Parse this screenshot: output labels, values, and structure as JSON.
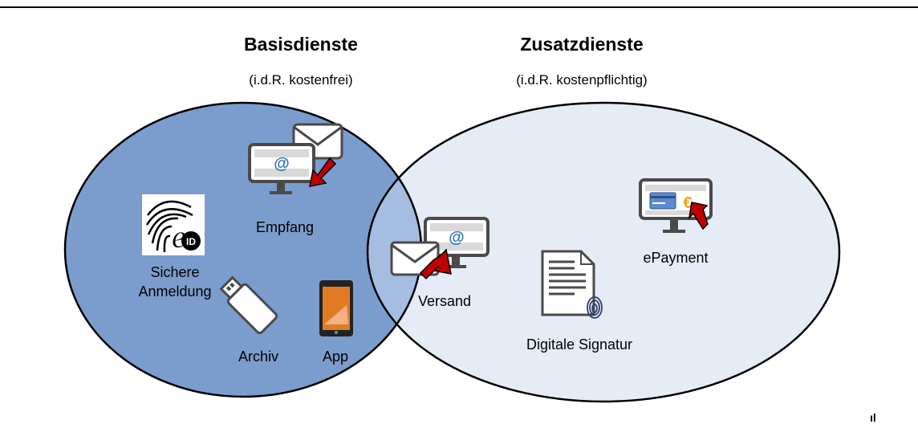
{
  "headings": {
    "basis": "Basisdienste",
    "basis_sub": "(i.d.R. kostenfrei)",
    "zusatz": "Zusatzdienste",
    "zusatz_sub": "(i.d.R. kostenpflichtig)"
  },
  "labels": {
    "empfang": "Empfang",
    "sichere_line1": "Sichere",
    "sichere_line2": "Anmeldung",
    "archiv": "Archiv",
    "app": "App",
    "versand": "Versand",
    "epayment": "ePayment",
    "signatur": "Digitale Signatur"
  },
  "icons": {
    "eid": "eid-fingerprint-icon",
    "empfang": "computer-mail-receive-icon",
    "versand": "computer-mail-send-icon",
    "archiv": "usb-stick-icon",
    "app": "smartphone-app-icon",
    "signatur": "document-fingerprint-icon",
    "epayment": "computer-card-euro-icon"
  },
  "colors": {
    "left_circle": "#7b9dcd",
    "overlap": "#a5bde0",
    "right_circle": "#e6ecf6",
    "arrow": "#c00000",
    "at_sign": "#2e75b6",
    "app_screen": "#e07b24"
  },
  "corner_text": "ıl"
}
